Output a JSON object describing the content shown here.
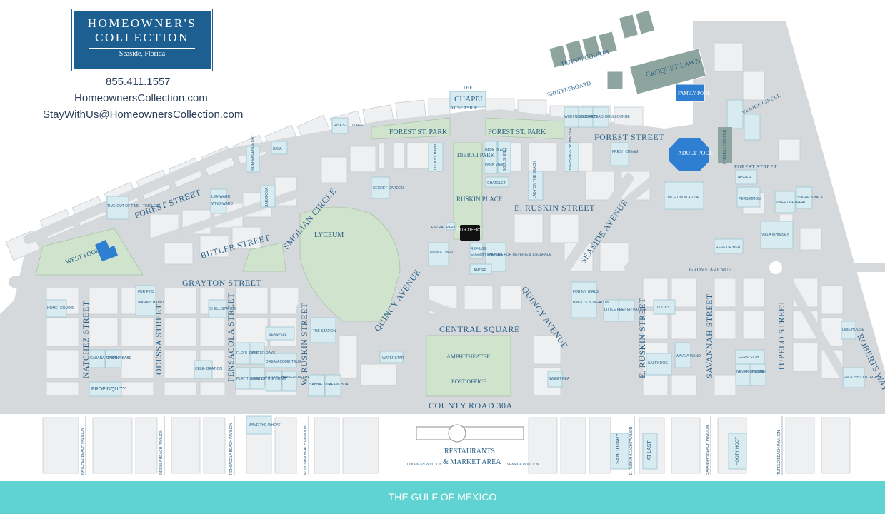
{
  "brand": {
    "line1": "HOMEOWNER'S",
    "line2": "COLLECTION",
    "location": "Seaside, Florida"
  },
  "contact": {
    "phone": "855.411.1557",
    "website": "HomeownersCollection.com",
    "email": "StayWithUs@HomeownersCollection.com"
  },
  "gulf_label": "THE GULF OF MEXICO",
  "colors": {
    "road": "#d6d9dc",
    "lot": "#eef0f1",
    "lot_border": "#c9cdd0",
    "park": "#cfe3cd",
    "teal_lot": "#d7ebf0",
    "pool": "#2e7fd1",
    "court": "#8ea59f",
    "gulf": "#5fd3d2",
    "brand": "#1d5f91",
    "label": "#2a5f86"
  },
  "streets": {
    "forest_street_west": "FOREST STREET",
    "forest_street_east": "FOREST STREET",
    "butler_street": "BUTLER STREET",
    "grayton_street": "GRAYTON STREET",
    "smolian_circle": "SMOLIAN CIRCLE",
    "natchez_street": "NATCHEZ STREET",
    "odessa_street": "ODESSA STREET",
    "pensacola_street": "PENSACOLA STREET",
    "w_ruskin_street": "W. RUSKIN STREET",
    "quincy_avenue_west": "QUINCY AVENUE",
    "quincy_avenue_east": "QUINCY AVENUE",
    "central_square": "CENTRAL SQUARE",
    "county_road": "COUNTY ROAD 30A",
    "e_ruskin_place": "E. RUSKIN STREET",
    "seaside_avenue": "SEASIDE AVENUE",
    "e_ruskin_street": "E. RUSKIN STREET",
    "savannah_street": "SAVANNAH STREET",
    "tupelo_street": "TUPELO STREET",
    "roberts_way": "ROBERTS WAY",
    "grove_avenue": "GROVE AVENUE",
    "venice_circle": "VENICE CIRCLE",
    "forest_street_short": "FOREST STREET"
  },
  "places": {
    "west_pool": "WEST POOL",
    "lyceum": "LYCEUM",
    "ruskin_place": "RUSKIN PLACE",
    "dibicci_park": "DIBICCI PARK",
    "forest_st_park_1": "FOREST ST. PARK",
    "forest_st_park_2": "FOREST ST. PARK",
    "chapel_the": "THE",
    "chapel": "CHAPEL",
    "chapel_at": "AT SEASIDE",
    "tennis_courts": "TENNIS COURTS",
    "croquet_lawn": "CROQUET LAWN",
    "shuffleboard": "SHUFFLEBOARD",
    "family_pool": "FAMILY POOL",
    "adult_pool": "ADULT POOL",
    "amphitheater": "AMPHITHEATER",
    "post_office": "POST OFFICE",
    "our_office": "OUR OFFICE",
    "restaurants": "RESTAURANTS",
    "market_area": "& MARKET AREA",
    "fitness_center": "FITNESS CENTER",
    "coleman_pavilion": "COLEMAN PAVILION",
    "seaside_pavilion": "SEASIDE PAVILION"
  },
  "homes": {
    "kaya": "KAYA",
    "independence_day": "INDEPENDENCE DAY",
    "risas_cottage": "RISA'S COTTAGE",
    "time_out": "TIME OUT OF TIME - TIMELESS",
    "lee_ward": "LEE-WARD",
    "wind_ward": "WIND-WARD",
    "saratoga": "SARATOGA",
    "secret_garden": "SECRET GARDEN",
    "lucky_charm": "LUCKY CHARM",
    "park_place": "PARK PLACE",
    "park_view": "PARK VIEW",
    "soul_shine": "SOUL SHINE",
    "chatelet": "CHATELET",
    "central_park": "CENTRAL PARK",
    "now_then": "NOW & THEN",
    "refuge": "REF-UGE",
    "eden_by_the_sea": "EDEN BY THE SEA",
    "parking": "PARKING FOR REVERIE & ESCAPADE",
    "amore": "AMORE",
    "wishing_shore": "WISHING SHORE",
    "bobby_ds": "BOBBY D'S",
    "teachers_lounge": "TEACHER'S LOUNGE",
    "blessings": "BLESSINGS BY THE SEA",
    "lady_on_the_beach": "LADY ON THE BEACH",
    "fresh_cream": "FRESH CREAM",
    "once_upon_a_tide": "ONCE UPON A TIDE",
    "jasper": "JASPER",
    "persimmon": "PERSIMMON",
    "sweet_retreat": "SWEET RETREAT",
    "sugar_shack": "SUGAR SHACK",
    "villa_whimsey": "VILLA WHIMSEY",
    "reve_de_mer": "REVE DE MER",
    "for_my_girls": "FOR MY GIRLS",
    "bingos_bungalow": "BINGO'S BUNGALOW",
    "little_feet": "LITTLE FEET",
    "pitter_patter": "PITTER PATTER",
    "lucys": "LUCY'S",
    "salty_dog": "SALTY DOG",
    "wave_a_wand": "WAVE A WAND",
    "fernleigh": "FERNLEIGH",
    "never_enough": "NEVER ENOUGH",
    "smore": "S'MORE",
    "english_cottage": "ENGLISH COTTAGE",
    "lime_house": "LIME HOUSE",
    "sweet_pea": "SWEET PEA",
    "waterstar": "WATERSTAR",
    "the_station": "THE STATION",
    "seaspell": "SEASPELL",
    "dream_come_true": "DREAM COME TRUE",
    "green_back": "GREEN -BACK",
    "green_peace": "GREEN -PEACE",
    "floridays": "FLORI- DAYS",
    "better_days": "BETTER DAYS",
    "play_therapy": "PLAY THERAPY",
    "luck_of_the_draw": "LUCK OF THE DRAW",
    "sabbatical": "SABBA- TICAL",
    "dreamboat": "DREAM- BOAT",
    "shell_station": "SHELL STATION",
    "celebration": "CELE- BRATION",
    "fur_fins": "FUR FINS",
    "mamas_happy": "MAMA'S HAPPY",
    "homecoming": "HOME- COMING",
    "cabana_fever": "CABANA FEVER",
    "cabana_babe": "CABANA BABE",
    "propinquity": "PROPINQUITY",
    "wave_the_wheat": "WAVE THE WHEAT",
    "sanctuary": "SANCTUARY",
    "at_last": "AT LAST!",
    "hooty_hoot": "HOOTY HOOT"
  },
  "pavilions": {
    "natchez": "NATCHEZ BEACH PAVILION",
    "odessa": "ODESSA BEACH PAVILION",
    "pensacola": "PENSACOLA BEACH PAVILION",
    "w_ruskin": "W. RUSKIN BEACH PAVILION",
    "e_ruskin": "E. RUSKIN BEACH PAVILION",
    "savannah": "SAVANNAH BEACH PAVILION",
    "tupelo": "TUPELO BEACH PAVILION"
  }
}
